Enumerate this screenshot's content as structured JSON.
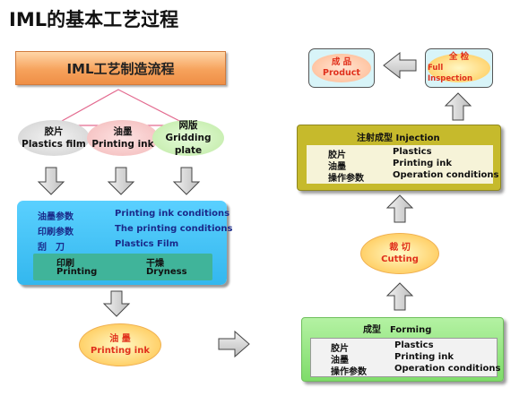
{
  "title": "IML的基本工艺过程",
  "banner": "IML工艺制造流程",
  "materials": [
    {
      "cn": "胶片",
      "en": "Plastics film"
    },
    {
      "cn": "油墨",
      "en": "Printing ink"
    },
    {
      "cn": "网版",
      "en": "Gridding plate"
    }
  ],
  "conditions": [
    {
      "cn": "油墨参数",
      "en": "Printing ink conditions"
    },
    {
      "cn": "印刷参数",
      "en": "The printing conditions"
    },
    {
      "cn": "刮　刀",
      "en": "Plastics Film"
    }
  ],
  "process_labels": {
    "printing_cn": "印刷",
    "printing_en": "Printing",
    "dryness_cn": "干燥",
    "dryness_en": "Dryness"
  },
  "ink_node": {
    "cn": "油 墨",
    "en": "Printing ink"
  },
  "forming": {
    "title": "成型　Forming",
    "rows": [
      {
        "cn": "胶片",
        "en": "Plastics"
      },
      {
        "cn": "油墨",
        "en": "Printing ink"
      },
      {
        "cn": "操作参数",
        "en": "Operation conditions"
      }
    ]
  },
  "cutting": {
    "cn": "裁 切",
    "en": "Cutting"
  },
  "injection": {
    "title": "注射成型 Injection",
    "rows": [
      {
        "cn": "胶片",
        "en": "Plastics"
      },
      {
        "cn": "油墨",
        "en": "Printing ink"
      },
      {
        "cn": "操作参数",
        "en": "Operation conditions"
      }
    ]
  },
  "full_inspection": {
    "cn": "全 检",
    "en": "Full Inspection"
  },
  "product": {
    "cn": "成 品",
    "en": "Product"
  },
  "colors": {
    "banner": "#f6a25c",
    "blue_panel": "#33b7ee",
    "injection_panel": "#c6ba2c",
    "forming_panel": "#7fdc6a",
    "node_text": "#e0301c",
    "arrow_fill": "#d9d9d9"
  }
}
